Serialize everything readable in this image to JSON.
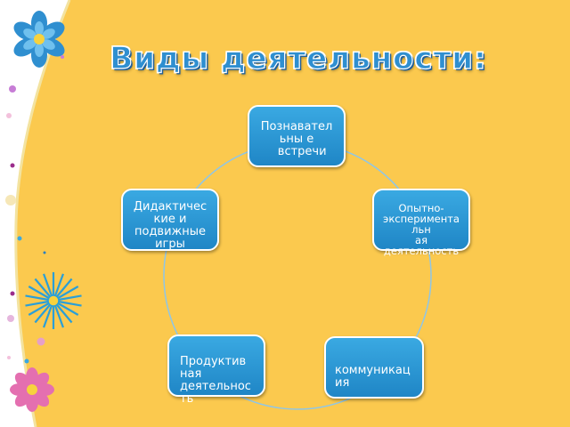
{
  "slide": {
    "title": "Виды деятельности:"
  },
  "diagram": {
    "type": "cycle",
    "ring_color": "#8ec6e8",
    "node_color": "#2a98d8",
    "nodes": [
      {
        "id": "cognitive",
        "label": "Познавател\nьны е\n   встречи"
      },
      {
        "id": "experimental",
        "label": "Опытно-\nэкспериментa\nльн\nая\nдеятельность"
      },
      {
        "id": "communication",
        "label": "коммуникац\nия"
      },
      {
        "id": "productive",
        "label": "Продуктив\nная\nдеятельнос\nть"
      },
      {
        "id": "games",
        "label": "Дидактичес\nкие и\nподвижные\nигры"
      }
    ]
  },
  "colors": {
    "background": "#fbc94e",
    "left_panel": "#ffffff",
    "title": "#2f8fd0"
  }
}
